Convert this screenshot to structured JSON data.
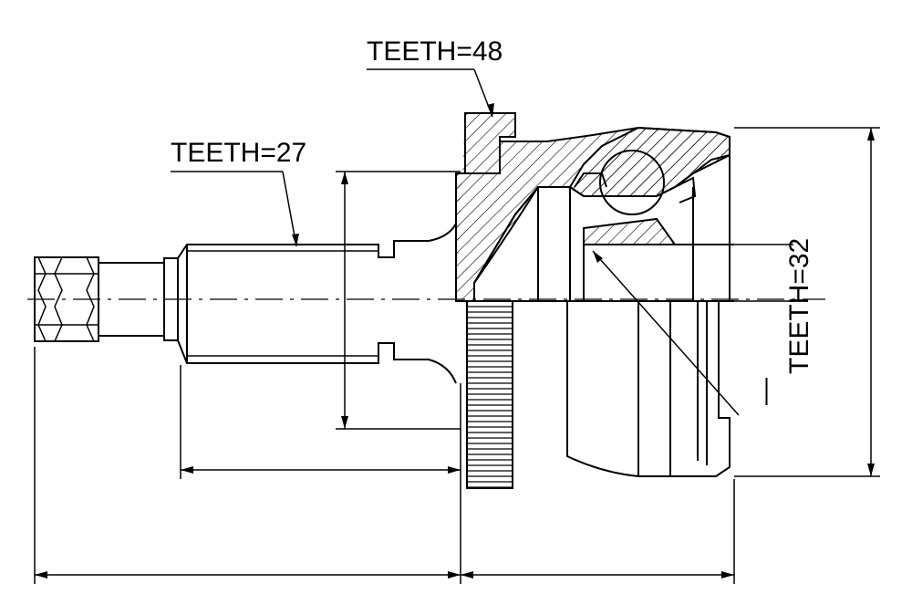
{
  "labels": {
    "outer_teeth": "TEETH=48",
    "shaft_teeth": "TEETH=27",
    "inner_teeth": "TEETH=32",
    "tick_mark": "—"
  }
}
